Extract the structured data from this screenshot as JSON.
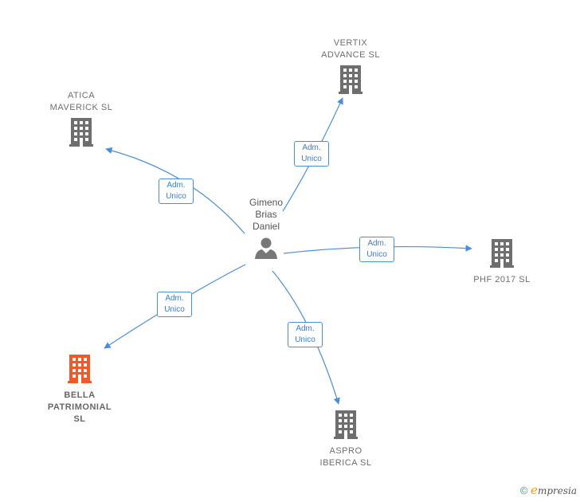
{
  "person": {
    "name": "Gimeno\nBrias\nDaniel",
    "icon": "person-icon"
  },
  "companies": [
    {
      "id": "vertix",
      "name": "VERTIX\nADVANCE  SL",
      "color": "#6e6e6e",
      "icon": "building-icon"
    },
    {
      "id": "atica",
      "name": "ATICA\nMAVERICK  SL",
      "color": "#6e6e6e",
      "icon": "building-icon"
    },
    {
      "id": "phf",
      "name": "PHF 2017  SL",
      "color": "#6e6e6e",
      "icon": "building-icon"
    },
    {
      "id": "bella",
      "name": "BELLA\nPATRIMONIAL\nSL",
      "color": "#f05a28",
      "icon": "building-icon"
    },
    {
      "id": "aspro",
      "name": "ASPRO\nIBERICA  SL",
      "color": "#6e6e6e",
      "icon": "building-icon"
    }
  ],
  "relations": [
    {
      "line1": "Adm.",
      "line2": "Unico"
    },
    {
      "line1": "Adm.",
      "line2": "Unico"
    },
    {
      "line1": "Adm.",
      "line2": "Unico"
    },
    {
      "line1": "Adm.",
      "line2": "Unico"
    },
    {
      "line1": "Adm.",
      "line2": "Unico"
    }
  ],
  "footer": {
    "copyright": "©",
    "brand_e": "e",
    "brand_rest": "mpresia"
  },
  "colors": {
    "edge": "#4a8fd6",
    "building": "#6e6e6e",
    "highlight": "#f05a28"
  }
}
